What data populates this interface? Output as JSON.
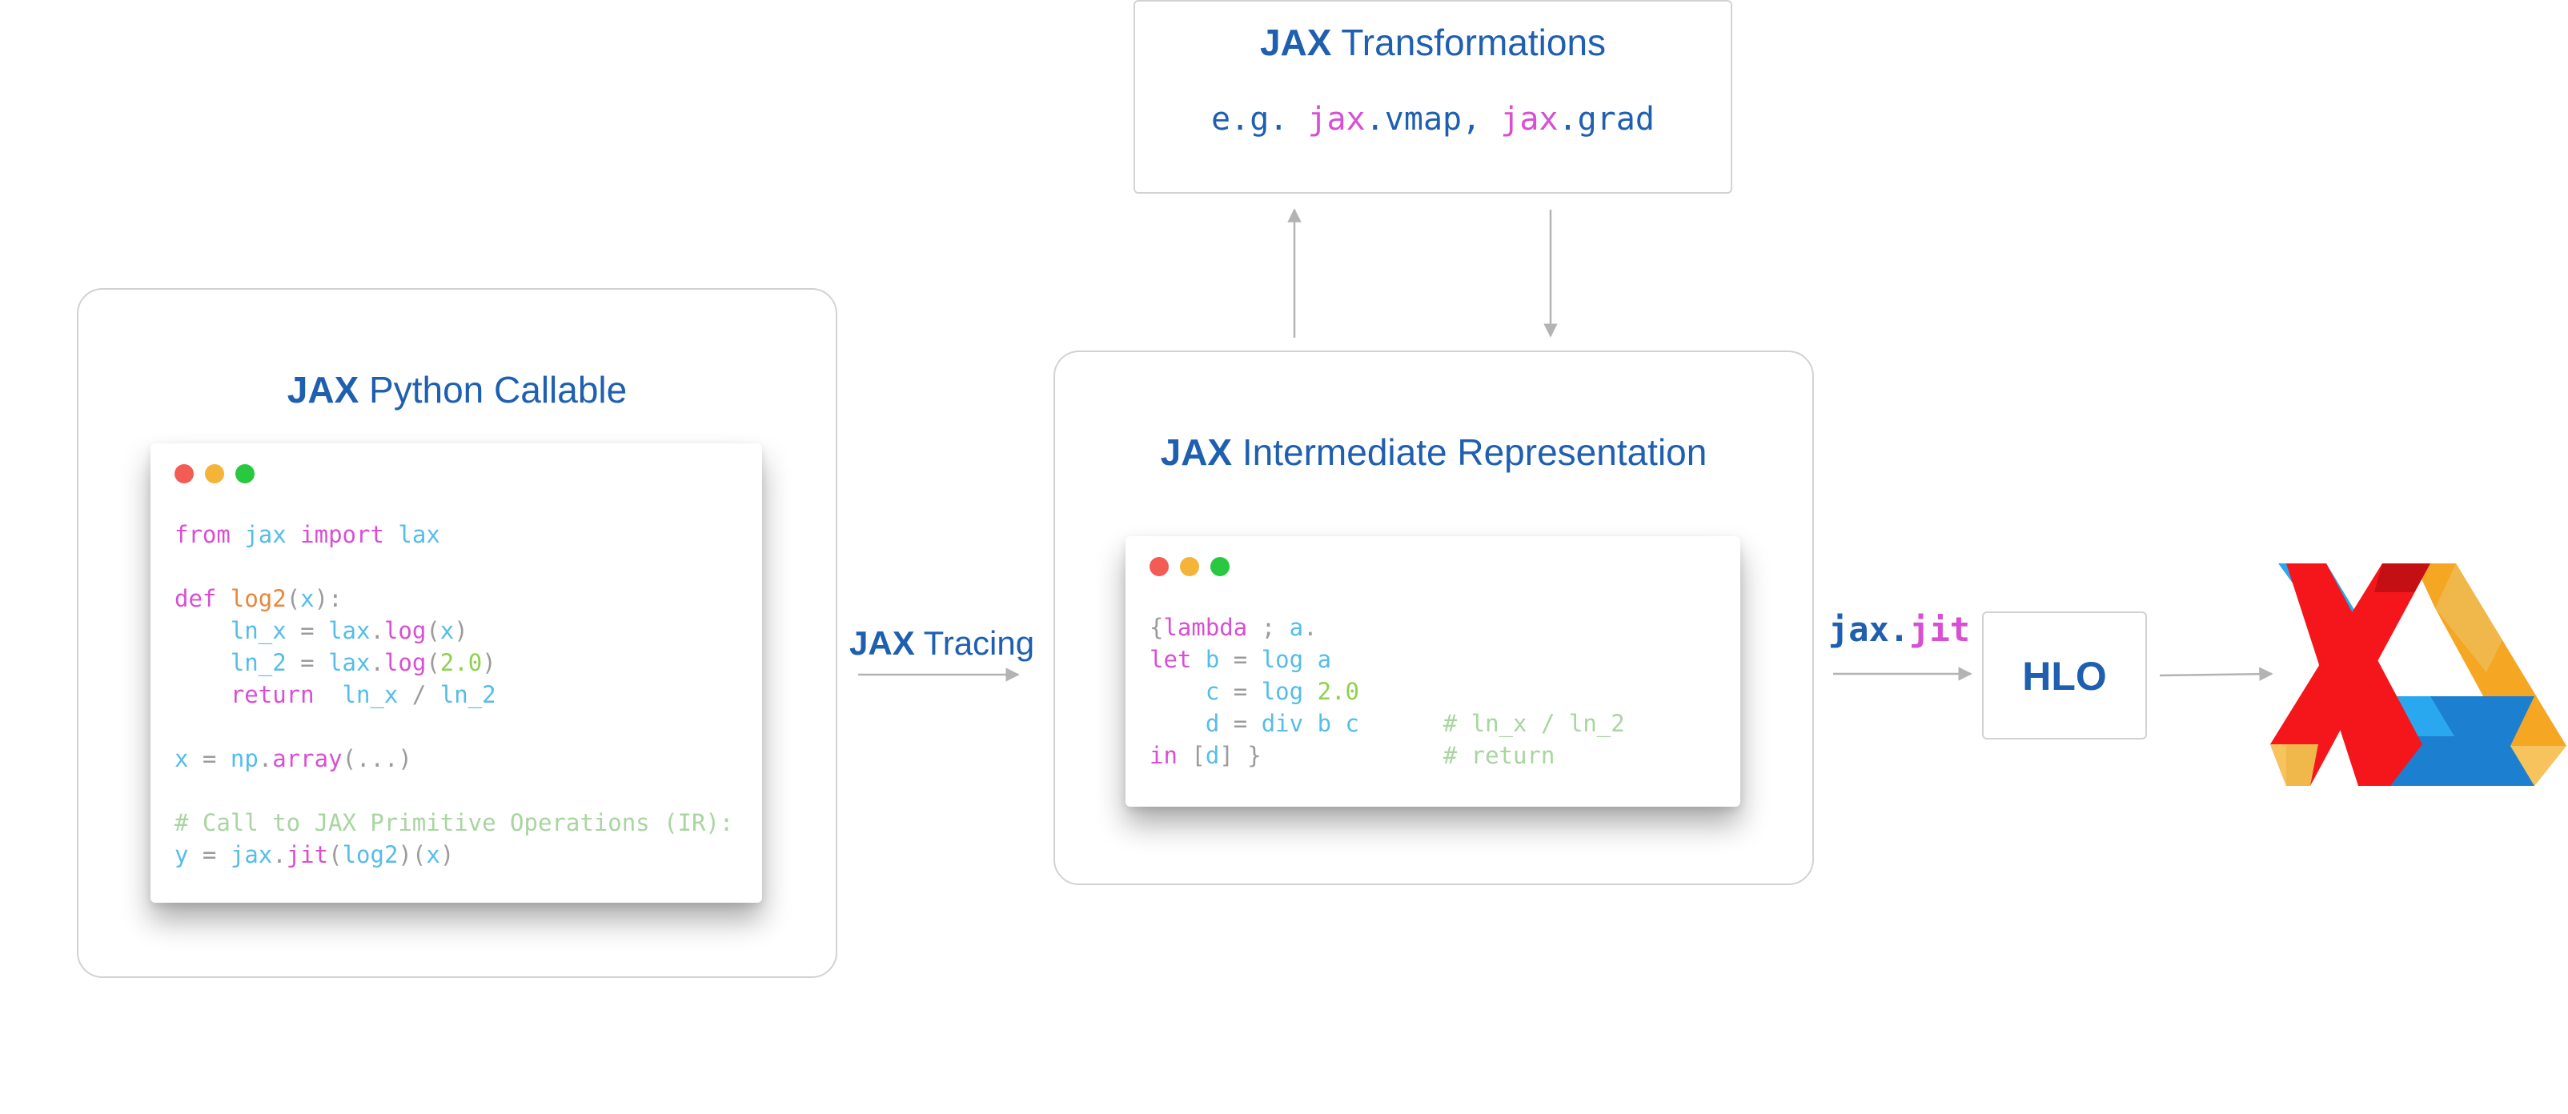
{
  "transformations": {
    "title_strong": "JAX",
    "title_rest": " Transformations",
    "example_prefix": "e.g. ",
    "example_mod1": "jax",
    "example_fn1": ".vmap, ",
    "example_mod2": "jax",
    "example_fn2": ".grad"
  },
  "python_callable": {
    "title_strong": "JAX",
    "title_rest": " Python Callable"
  },
  "ir": {
    "title_strong": "JAX",
    "title_rest": " Intermediate Representation"
  },
  "tracing_label": {
    "strong": "JAX",
    "rest": " Tracing"
  },
  "jit_label": {
    "mod": "jax.",
    "fn": "jit"
  },
  "hlo_label": "HLO",
  "colors": {
    "title_blue": "#1f5fb0",
    "keyword": "#d94fd3",
    "name": "#55bde8",
    "function": "#e8873b",
    "number": "#8ed14c",
    "comment": "#a8d5a0",
    "dot_red": "#f25c54",
    "dot_yellow": "#f4b43a",
    "dot_green": "#28c840"
  },
  "python_code": [
    [
      [
        "k",
        "from"
      ],
      [
        "p",
        " "
      ],
      [
        "n",
        "jax"
      ],
      [
        "p",
        " "
      ],
      [
        "k",
        "import"
      ],
      [
        "p",
        " "
      ],
      [
        "n",
        "lax"
      ]
    ],
    [],
    [
      [
        "k",
        "def"
      ],
      [
        "p",
        " "
      ],
      [
        "f",
        "log2"
      ],
      [
        "p",
        "("
      ],
      [
        "n",
        "x"
      ],
      [
        "p",
        "):"
      ]
    ],
    [
      [
        "p",
        "    "
      ],
      [
        "n",
        "ln_x"
      ],
      [
        "p",
        " = "
      ],
      [
        "n",
        "lax"
      ],
      [
        "p",
        "."
      ],
      [
        "k",
        "log"
      ],
      [
        "p",
        "("
      ],
      [
        "n",
        "x"
      ],
      [
        "p",
        ")"
      ]
    ],
    [
      [
        "p",
        "    "
      ],
      [
        "n",
        "ln_2"
      ],
      [
        "p",
        " = "
      ],
      [
        "n",
        "lax"
      ],
      [
        "p",
        "."
      ],
      [
        "k",
        "log"
      ],
      [
        "p",
        "("
      ],
      [
        "num",
        "2.0"
      ],
      [
        "p",
        ")"
      ]
    ],
    [
      [
        "p",
        "    "
      ],
      [
        "k",
        "return"
      ],
      [
        "p",
        "  "
      ],
      [
        "n",
        "ln_x"
      ],
      [
        "p",
        " / "
      ],
      [
        "n",
        "ln_2"
      ]
    ],
    [],
    [
      [
        "n",
        "x"
      ],
      [
        "p",
        " = "
      ],
      [
        "n",
        "np"
      ],
      [
        "p",
        "."
      ],
      [
        "k",
        "array"
      ],
      [
        "p",
        "(...)"
      ]
    ],
    [],
    [
      [
        "c",
        "# Call to JAX Primitive Operations (IR):"
      ]
    ],
    [
      [
        "n",
        "y"
      ],
      [
        "p",
        " = "
      ],
      [
        "n",
        "jax"
      ],
      [
        "p",
        "."
      ],
      [
        "k",
        "jit"
      ],
      [
        "p",
        "("
      ],
      [
        "n",
        "log2"
      ],
      [
        "p",
        ")("
      ],
      [
        "n",
        "x"
      ],
      [
        "p",
        ")"
      ]
    ]
  ],
  "ir_code": [
    [
      [
        "p",
        "{"
      ],
      [
        "k",
        "lambda"
      ],
      [
        "p",
        " ; "
      ],
      [
        "n",
        "a"
      ],
      [
        "p",
        "."
      ]
    ],
    [
      [
        "k",
        "let"
      ],
      [
        "p",
        " "
      ],
      [
        "n",
        "b"
      ],
      [
        "p",
        " = "
      ],
      [
        "n",
        "log"
      ],
      [
        "p",
        " "
      ],
      [
        "n",
        "a"
      ]
    ],
    [
      [
        "p",
        "    "
      ],
      [
        "n",
        "c"
      ],
      [
        "p",
        " = "
      ],
      [
        "n",
        "log"
      ],
      [
        "p",
        " "
      ],
      [
        "num",
        "2.0"
      ]
    ],
    [
      [
        "p",
        "    "
      ],
      [
        "n",
        "d"
      ],
      [
        "p",
        " = "
      ],
      [
        "n",
        "div"
      ],
      [
        "p",
        " "
      ],
      [
        "n",
        "b"
      ],
      [
        "p",
        " "
      ],
      [
        "n",
        "c"
      ],
      [
        "p",
        "      "
      ],
      [
        "c",
        "# ln_x / ln_2"
      ]
    ],
    [
      [
        "k",
        "in"
      ],
      [
        "p",
        " ["
      ],
      [
        "n",
        "d"
      ],
      [
        "p",
        "] }"
      ],
      [
        "p",
        "             "
      ],
      [
        "c",
        "# return"
      ]
    ]
  ]
}
